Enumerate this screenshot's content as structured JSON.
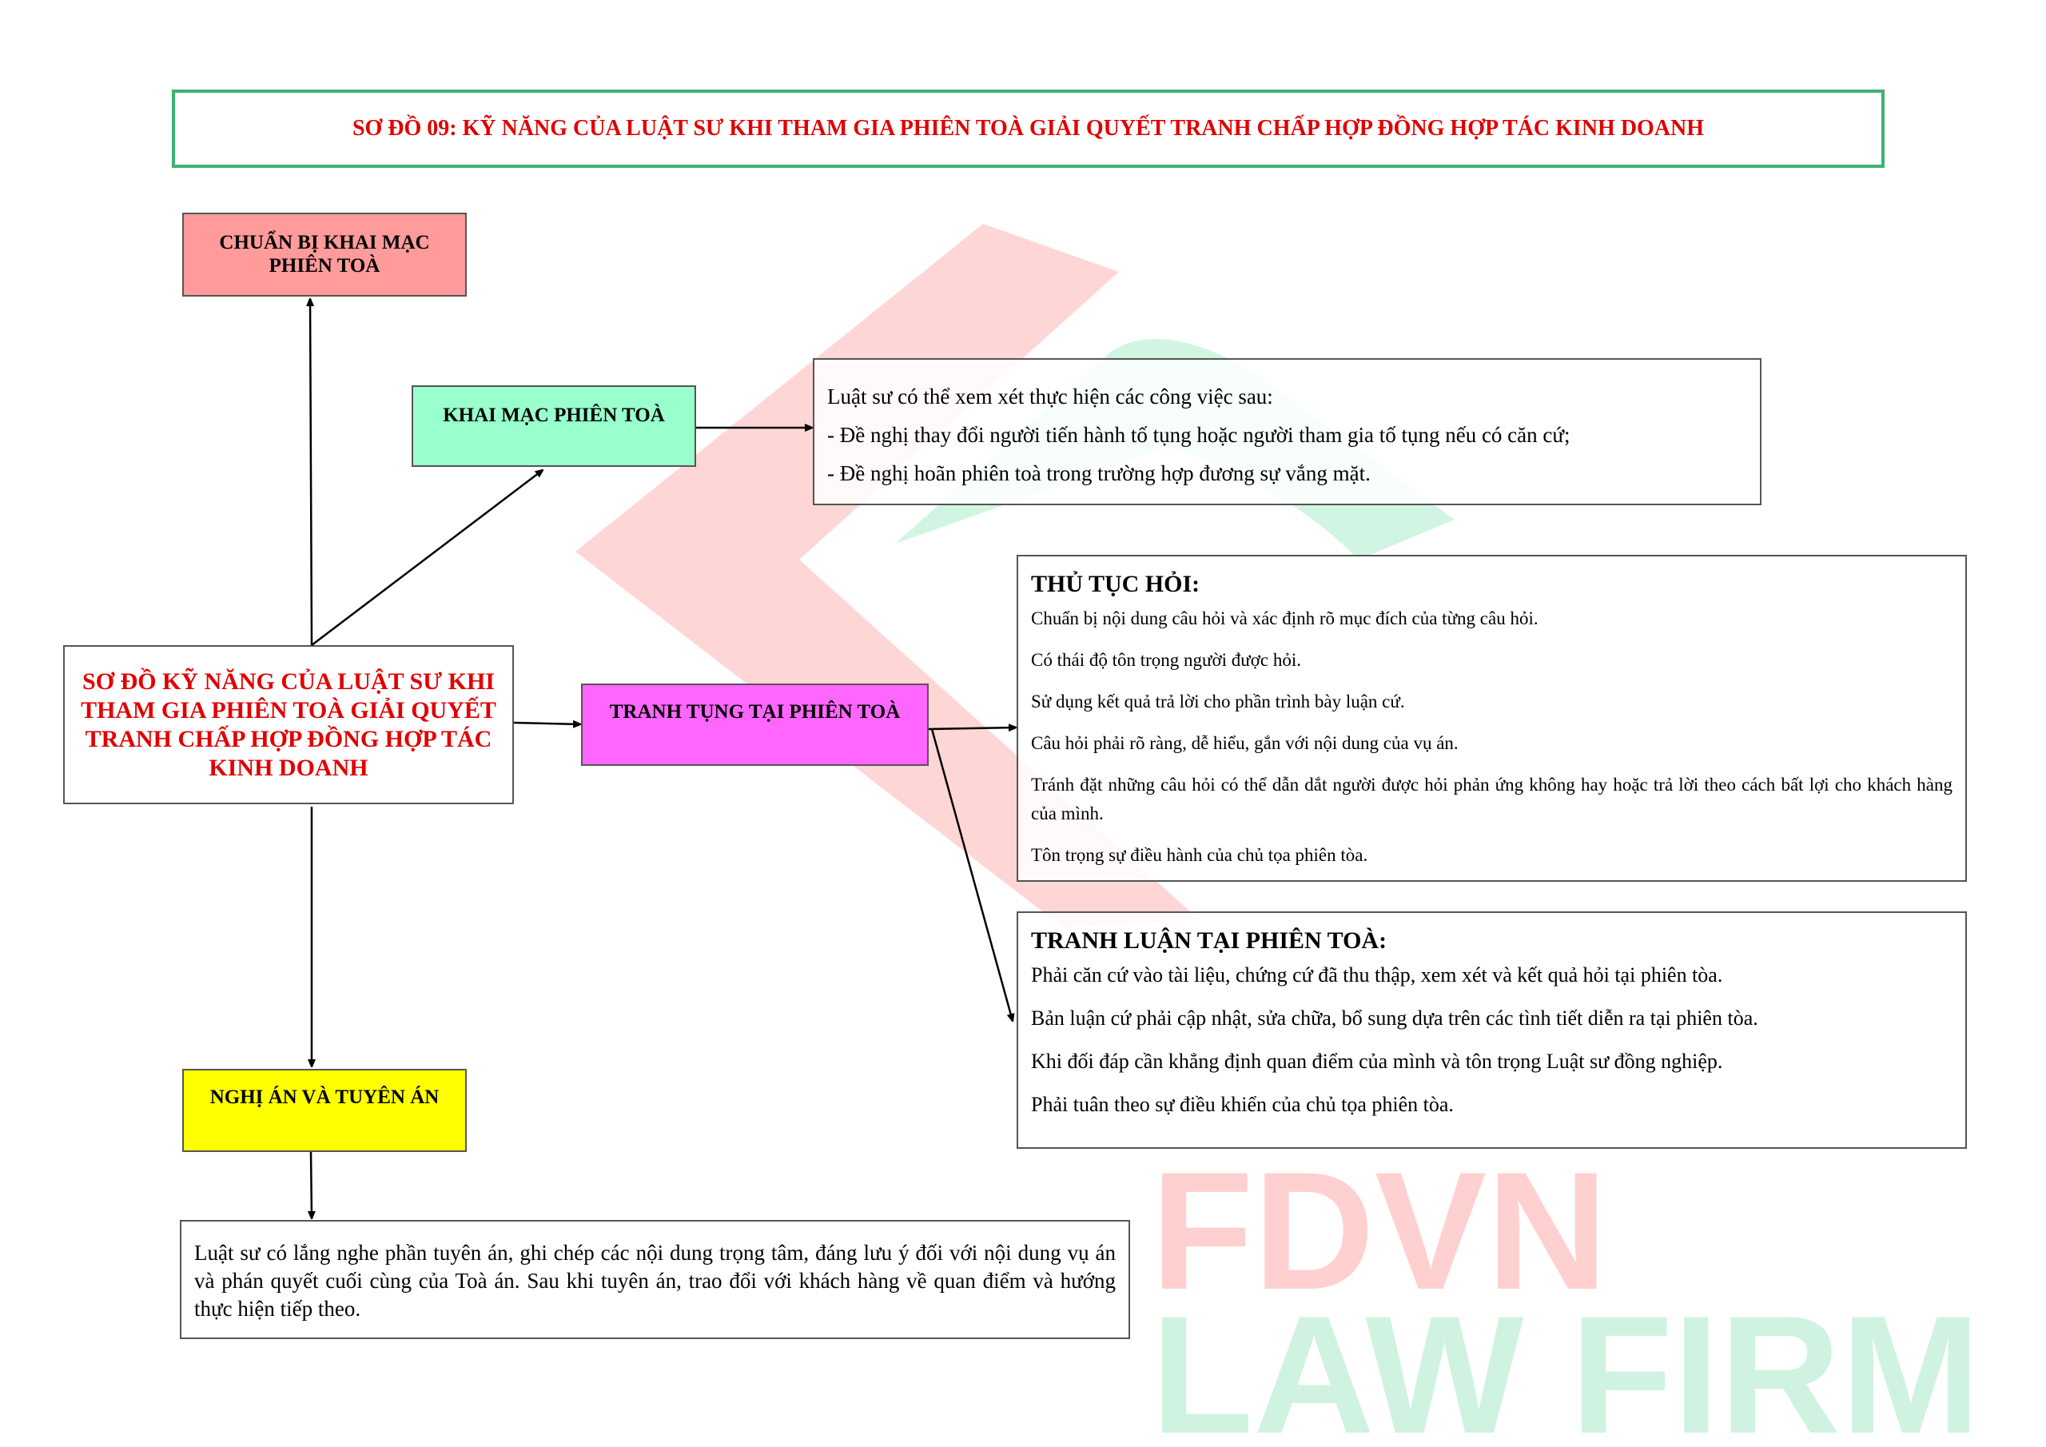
{
  "title": "SƠ ĐỒ 09: KỸ NĂNG CỦA LUẬT SƯ KHI THAM GIA PHIÊN TOÀ GIẢI QUYẾT TRANH CHẤP HỢP ĐỒNG HỢP TÁC KINH DOANH",
  "watermark": {
    "left": "FDVN",
    "right": "LAW FIRM"
  },
  "colors": {
    "title_border": "#3cb371",
    "red_text": "#e00000",
    "prepare": "#ff9b9b",
    "opening": "#99ffcc",
    "litigation": "#ff66ff",
    "verdict": "#ffff00"
  },
  "nodes": {
    "center": "SƠ ĐỒ KỸ NĂNG CỦA LUẬT SƯ KHI THAM GIA PHIÊN TOÀ GIẢI QUYẾT TRANH CHẤP HỢP ĐỒNG HỢP TÁC KINH DOANH",
    "prepare": "CHUẨN BỊ KHAI MẠC PHIÊN TOÀ",
    "opening": "KHAI MẠC PHIÊN TOÀ",
    "litigation": "TRANH TỤNG TẠI PHIÊN TOÀ",
    "verdict": "NGHỊ ÁN VÀ TUYÊN ÁN"
  },
  "opening_detail": [
    "Luật sư có thể xem xét thực hiện các công việc sau:",
    "- Đề nghị thay đổi người tiến hành tố tụng hoặc người tham gia tố tụng nếu có căn cứ;",
    "- Đề nghị hoãn phiên toà trong trường hợp đương sự vắng mặt."
  ],
  "questioning": {
    "heading": "THỦ TỤC HỎI:",
    "items": [
      "Chuẩn bị nội dung câu hỏi và xác định rõ mục đích của từng câu hỏi.",
      "Có thái độ tôn trọng người được hỏi.",
      "Sử dụng kết quả trả lời cho phần trình bày luận cứ.",
      "Câu hỏi phải rõ ràng, dễ hiểu, gắn với nội dung của vụ án.",
      "Tránh đặt những câu hỏi có thể dẫn dắt người được hỏi phản ứng không hay hoặc trả lời theo cách bất lợi cho khách hàng của mình.",
      "Tôn trọng sự điều hành của chủ tọa phiên tòa."
    ]
  },
  "debate": {
    "heading": "TRANH LUẬN TẠI PHIÊN TOÀ:",
    "items": [
      "Phải căn cứ vào tài liệu, chứng cứ đã thu thập, xem xét và kết quả hỏi tại phiên tòa.",
      "Bản luận cứ phải cập nhật, sửa chữa, bổ sung dựa trên các tình tiết diễn ra tại phiên tòa.",
      "Khi đối đáp cần khẳng định quan điểm của mình và tôn trọng Luật sư đồng nghiệp.",
      "Phải tuân theo sự điều khiển của chủ tọa phiên tòa."
    ]
  },
  "verdict_detail": "Luật sư có lắng nghe phần tuyên án, ghi chép các nội dung trọng tâm, đáng lưu ý đối với nội dung vụ án và phán quyết cuối cùng của Toà án. Sau khi tuyên án, trao đổi với khách hàng về quan điểm và hướng thực hiện tiếp theo."
}
